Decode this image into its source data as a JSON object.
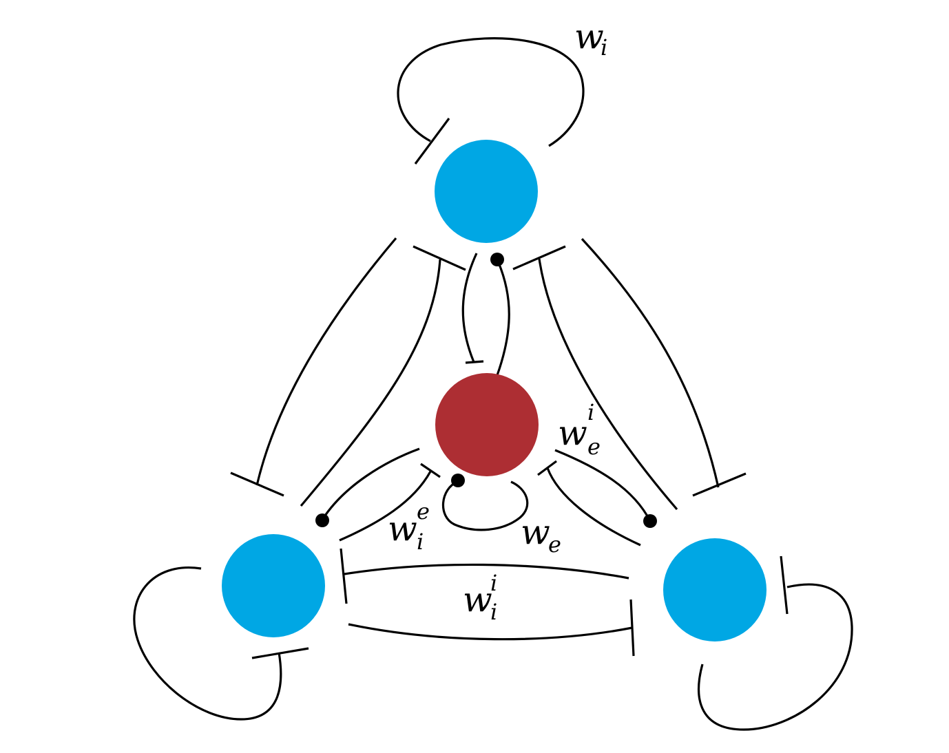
{
  "nodes": {
    "top": {
      "type": "inhibitory",
      "color": "#00a7e4"
    },
    "left": {
      "type": "inhibitory",
      "color": "#00a7e4"
    },
    "right": {
      "type": "inhibitory",
      "color": "#00a7e4"
    },
    "center": {
      "type": "excitatory",
      "color": "#ad2e33"
    }
  },
  "edge_color": "#000000",
  "labels": {
    "wi": {
      "base": "w",
      "sub": "i",
      "sup": ""
    },
    "we_i": {
      "base": "w",
      "sub": "e",
      "sup": "i"
    },
    "wi_e": {
      "base": "w",
      "sub": "i",
      "sup": "e"
    },
    "we": {
      "base": "w",
      "sub": "e",
      "sup": ""
    },
    "wi_i": {
      "base": "w",
      "sub": "i",
      "sup": "i"
    }
  }
}
